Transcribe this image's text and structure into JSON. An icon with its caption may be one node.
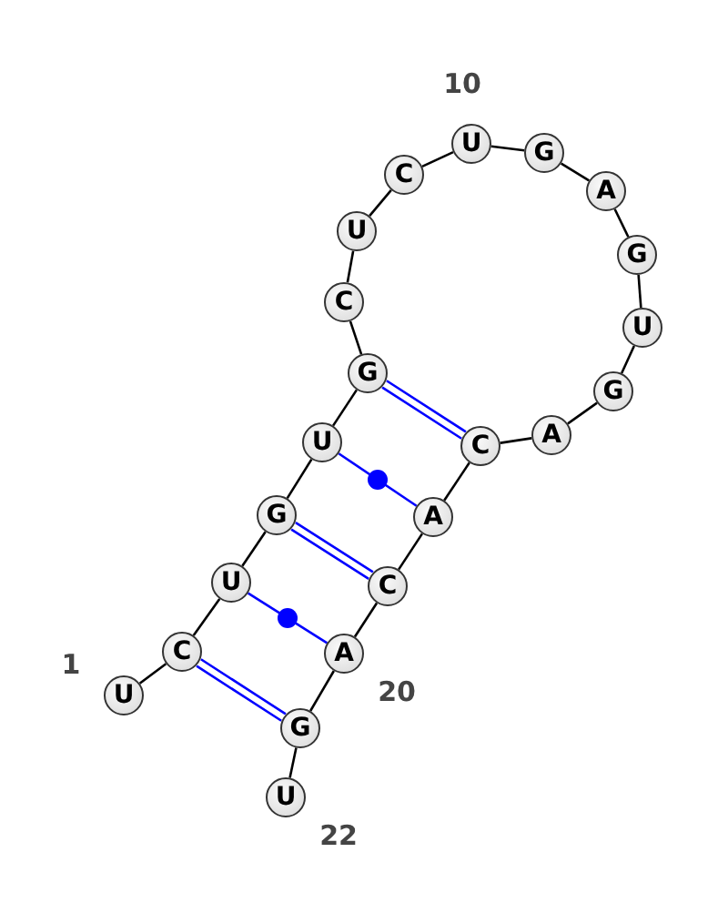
{
  "diagram": {
    "nodes": [
      {
        "text": [
          "U"
        ]
      },
      {
        "text": [
          "C"
        ]
      },
      {
        "text": [
          "U"
        ]
      },
      {
        "text": [
          "G"
        ]
      },
      {
        "text": [
          "U"
        ]
      },
      {
        "text": [
          "G"
        ]
      },
      {
        "text": [
          "C"
        ]
      },
      {
        "text": [
          "U"
        ]
      },
      {
        "text": [
          "C"
        ]
      },
      {
        "text": [
          "U"
        ]
      },
      {
        "text": [
          "G"
        ]
      },
      {
        "text": [
          "A"
        ]
      },
      {
        "text": [
          "G"
        ]
      },
      {
        "text": [
          "U"
        ]
      },
      {
        "text": [
          "G"
        ]
      },
      {
        "text": [
          "A"
        ]
      },
      {
        "text": [
          "C"
        ]
      },
      {
        "text": [
          "A"
        ]
      },
      {
        "text": [
          "C"
        ]
      },
      {
        "text": [
          "A"
        ]
      },
      {
        "text": [
          "G"
        ]
      },
      {
        "text": [
          "U"
        ]
      }
    ],
    "edges": [
      {
        "from": 0,
        "to": 1,
        "arrow": "none"
      },
      {
        "from": 1,
        "to": 2,
        "arrow": "none"
      },
      {
        "from": 2,
        "to": 3,
        "arrow": "none"
      },
      {
        "from": 3,
        "to": 4,
        "arrow": "none"
      },
      {
        "from": 4,
        "to": 5,
        "arrow": "none"
      },
      {
        "from": 5,
        "to": 6,
        "arrow": "none"
      },
      {
        "from": 6,
        "to": 7,
        "arrow": "none"
      },
      {
        "from": 7,
        "to": 8,
        "arrow": "none"
      },
      {
        "from": 8,
        "to": 9,
        "arrow": "none"
      },
      {
        "from": 9,
        "to": 10,
        "arrow": "none"
      },
      {
        "from": 10,
        "to": 11,
        "arrow": "none"
      },
      {
        "from": 11,
        "to": 12,
        "arrow": "none"
      },
      {
        "from": 12,
        "to": 13,
        "arrow": "none"
      },
      {
        "from": 13,
        "to": 14,
        "arrow": "none"
      },
      {
        "from": 14,
        "to": 15,
        "arrow": "none"
      },
      {
        "from": 15,
        "to": 16,
        "arrow": "none"
      },
      {
        "from": 16,
        "to": 17,
        "arrow": "none"
      },
      {
        "from": 17,
        "to": 18,
        "arrow": "none"
      },
      {
        "from": 18,
        "to": 19,
        "arrow": "none"
      },
      {
        "from": 19,
        "to": 20,
        "arrow": "none"
      },
      {
        "from": 20,
        "to": 21,
        "arrow": "none"
      },
      {
        "from": 1,
        "to": 20,
        "arrow": "none",
        "color": "#0000ff"
      },
      {
        "from": 2,
        "to": 19,
        "arrow": "none",
        "color": "#0000ff"
      },
      {
        "from": 3,
        "to": 18,
        "arrow": "none",
        "color": "#0000ff"
      },
      {
        "from": 4,
        "to": 17,
        "arrow": "none",
        "color": "#0000ff"
      },
      {
        "from": 5,
        "to": 16,
        "arrow": "none",
        "color": "#0000ff"
      }
    ],
    "labels": [
      "10",
      "1",
      "20",
      "22"
    ]
  }
}
